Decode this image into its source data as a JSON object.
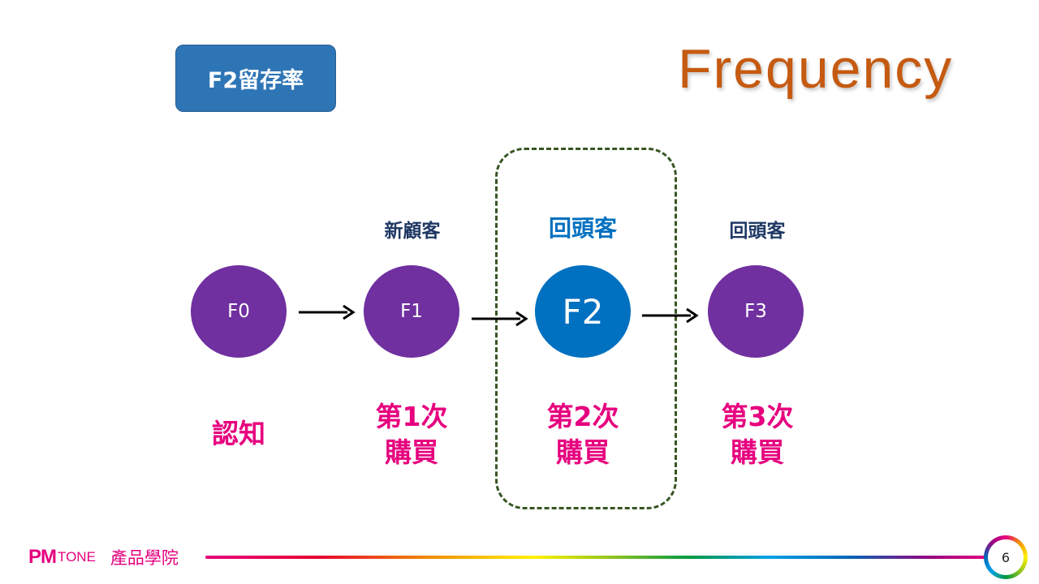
{
  "badge": {
    "label": "F2留存率"
  },
  "title": "Frequency",
  "nodes": [
    {
      "id": "F0",
      "label": "F0",
      "type_label": "",
      "stage": "認知"
    },
    {
      "id": "F1",
      "label": "F1",
      "type_label": "新顧客",
      "stage": "第1次\n購買"
    },
    {
      "id": "F2",
      "label": "F2",
      "type_label": "回頭客",
      "stage": "第2次\n購買"
    },
    {
      "id": "F3",
      "label": "F3",
      "type_label": "回頭客",
      "stage": "第3次\n購買"
    }
  ],
  "highlighted_node": "F2",
  "colors": {
    "node": "#7030a0",
    "highlight_node": "#0070c0",
    "stage_text": "#e6007e",
    "title": "#c55a11",
    "badge": "#2e75b6",
    "dashed_box": "#375623"
  },
  "footer": {
    "logo_pm": "PM",
    "logo_tone": "TONE",
    "logo_cn": "產品學院",
    "page_number": "6"
  }
}
